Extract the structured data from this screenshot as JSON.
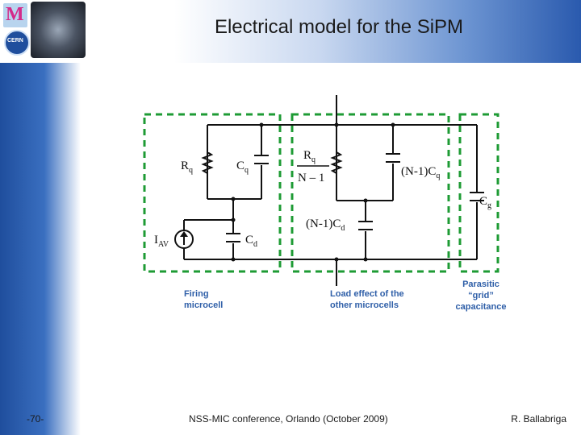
{
  "slide": {
    "title": "Electrical model for the SiPM",
    "footer_left": "-70-",
    "footer_center": "NSS-MIC conference, Orlando (October 2009)",
    "footer_right": "R. Ballabriga"
  },
  "header": {
    "logo_letter": "M",
    "logo2_text": "CERN"
  },
  "diagram": {
    "labels": {
      "rq_main": "R",
      "rq_sub": "q",
      "cq_main": "C",
      "cq_sub": "q",
      "frac_num_main": "R",
      "frac_num_sub": "q",
      "frac_den": "N – 1",
      "n1cq_main": "(N-1)C",
      "n1cq_sub": "q",
      "cg_main": "C",
      "cg_sub": "g",
      "n1cd_main": "(N-1)C",
      "n1cd_sub": "d",
      "iav_main": "I",
      "iav_sub": "AV",
      "cd_main": "C",
      "cd_sub": "d"
    },
    "captions": {
      "firing_1": "Firing",
      "firing_2": "microcell",
      "load_1": "Load effect of the",
      "load_2": "other microcells",
      "parasitic_1": "Parasitic",
      "parasitic_2": "“grid”",
      "parasitic_3": "capacitance"
    },
    "caption_color": "#2f5fa8",
    "box_color": "#1e9b34"
  }
}
